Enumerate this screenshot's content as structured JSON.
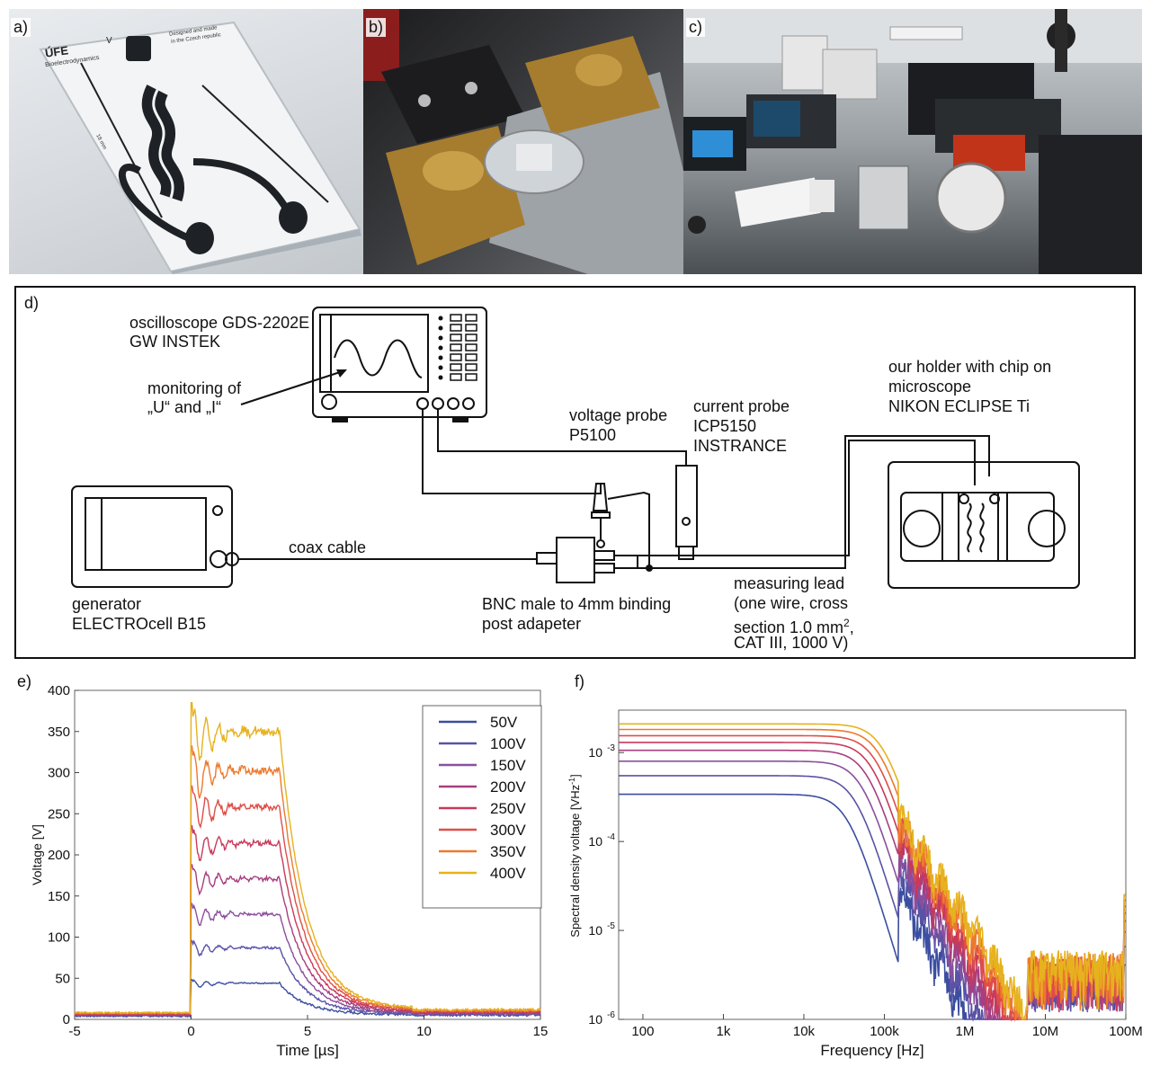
{
  "panels": {
    "a": "a)",
    "b": "b)",
    "c": "c)",
    "d": "d)",
    "e": "e)",
    "f": "f)"
  },
  "photo_a": {
    "logo": "ÚFE",
    "sub": "Bioelectrodynamics",
    "mark": "V",
    "note_line1": "Designed and made",
    "note_line2": "in the Czech republic",
    "scale": "18 mm"
  },
  "schematic": {
    "osc_line1": "oscilloscope GDS-2202E",
    "osc_line2": "GW INSTEK",
    "monitor_line1": "monitoring of",
    "monitor_line2": "„U“ and „I“",
    "vprobe_line1": "voltage probe",
    "vprobe_line2": "P5100",
    "cprobe_line1": "current probe",
    "cprobe_line2": "ICP5150",
    "cprobe_line3": "INSTRANCE",
    "holder_line1": "our holder with chip on",
    "holder_line2": "microscope",
    "holder_line3": "NIKON ECLIPSE Ti",
    "coax": "coax cable",
    "gen_line1": "generator",
    "gen_line2": "ELECTROcell B15",
    "bnc_line1": "BNC male to 4mm binding",
    "bnc_line2": "post adapeter",
    "lead_line1": "measuring lead",
    "lead_line2": "(one wire, cross",
    "lead_line3a": "section 1.0 mm",
    "lead_line3sup": "2",
    "lead_line3b": ",",
    "lead_line4": "CAT III, 1000 V)"
  },
  "chart_data": [
    {
      "type": "line",
      "xlabel": "Time [µs]",
      "ylabel": "Voltage [V]",
      "xlim": [
        -5,
        15
      ],
      "ylim": [
        0,
        400
      ],
      "xticks": [
        -5,
        0,
        5,
        10,
        15
      ],
      "yticks": [
        0,
        50,
        100,
        150,
        200,
        250,
        300,
        350,
        400
      ],
      "legend_position": "top-right",
      "series": [
        {
          "name": "50V",
          "color": "#3b4ea0",
          "plateau": 44,
          "tail": 6
        },
        {
          "name": "100V",
          "color": "#5a52a6",
          "plateau": 87,
          "tail": 7
        },
        {
          "name": "150V",
          "color": "#8a4f9c",
          "plateau": 128,
          "tail": 8
        },
        {
          "name": "200V",
          "color": "#a83e7e",
          "plateau": 171,
          "tail": 9
        },
        {
          "name": "250V",
          "color": "#c73a5a",
          "plateau": 214,
          "tail": 10
        },
        {
          "name": "300V",
          "color": "#de4e48",
          "plateau": 258,
          "tail": 11
        },
        {
          "name": "350V",
          "color": "#ec7a2e",
          "plateau": 302,
          "tail": 12
        },
        {
          "name": "400V",
          "color": "#e6b21e",
          "plateau": 350,
          "tail": 13
        }
      ]
    },
    {
      "type": "line",
      "xlabel": "Frequency [Hz]",
      "ylabel_main": "Spectral density voltage [VHz",
      "ylabel_sup": "-1",
      "ylabel_end": "]",
      "xscale": "log",
      "yscale": "log",
      "xlim": [
        50,
        100000000
      ],
      "ylim": [
        1e-06,
        0.003
      ],
      "xticklabels": [
        "100",
        "1k",
        "10k",
        "100k",
        "1M",
        "10M",
        "100M"
      ],
      "xtickvalues": [
        100,
        1000,
        10000,
        100000,
        1000000,
        10000000,
        100000000
      ],
      "ytickvalues": [
        1e-06,
        1e-05,
        0.0001,
        0.001
      ],
      "yticklabel_base": "10",
      "yticklabel_exps": [
        "-6",
        "-5",
        "-4",
        "-3"
      ],
      "levels": [
        0.00034,
        0.00055,
        0.0008,
        0.00106,
        0.0013,
        0.00155,
        0.00182,
        0.0021
      ],
      "colors": [
        "#3b4ea0",
        "#5a52a6",
        "#8a4f9c",
        "#a83e7e",
        "#c73a5a",
        "#de4e48",
        "#ec7a2e",
        "#e6b21e"
      ]
    }
  ]
}
